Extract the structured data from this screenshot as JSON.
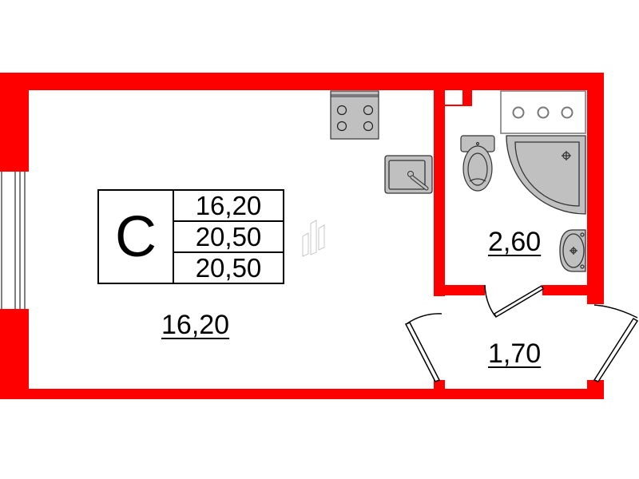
{
  "colors": {
    "wall": "#ff0000",
    "fixture_fill": "#c0c0c0",
    "fixture_stroke": "#333333",
    "line": "#000000",
    "background": "#ffffff"
  },
  "legend": {
    "apartment_type": "С",
    "values": [
      "16,20",
      "20,50",
      "20,50"
    ]
  },
  "rooms": [
    {
      "id": "main-room",
      "area": "16,20"
    },
    {
      "id": "bathroom",
      "area": "2,60"
    },
    {
      "id": "hallway",
      "area": "1,70"
    }
  ],
  "fixtures": {
    "kitchen": [
      "stove",
      "kitchen-sink"
    ],
    "bathroom": [
      "washing-machine",
      "toilet",
      "corner-shower",
      "washbasin"
    ]
  }
}
